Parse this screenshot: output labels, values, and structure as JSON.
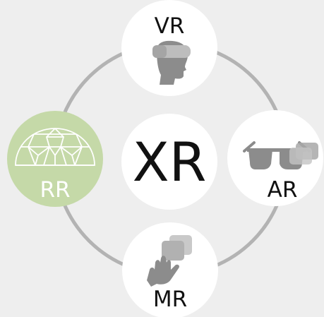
{
  "center": {
    "label": "XR"
  },
  "nodes": [
    {
      "id": "vr",
      "label": "VR",
      "icon": "vr-headset-head-icon"
    },
    {
      "id": "ar",
      "label": "AR",
      "icon": "ar-glasses-icon"
    },
    {
      "id": "mr",
      "label": "MR",
      "icon": "mr-hand-screens-icon"
    },
    {
      "id": "rr",
      "label": "RR",
      "icon": "geodesic-dome-icon"
    }
  ],
  "colors": {
    "background": "#eeeeee",
    "ring": "#b3b3b3",
    "node_fill": "#ffffff",
    "rr_fill": "#c5d9a8",
    "icon_gray": "#8c8c8c",
    "text": "#111111"
  }
}
